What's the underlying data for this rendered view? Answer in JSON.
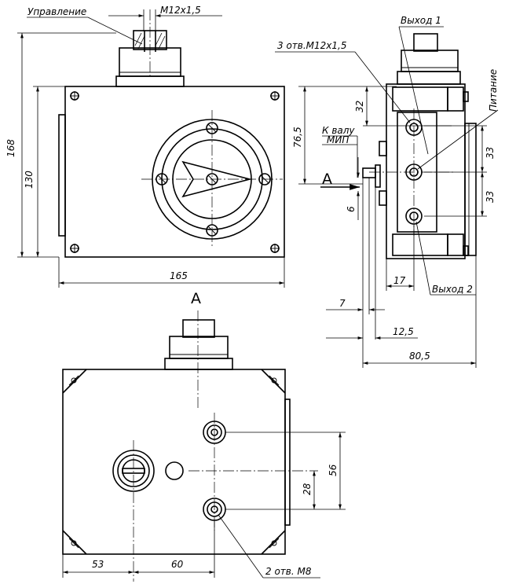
{
  "labels": {
    "control": "Управление",
    "thread_top": "M12x1,5",
    "holes_3": "3 отв.M12x1,5",
    "output_1": "Выход 1",
    "power": "Питание",
    "to_shaft": "К валу",
    "mip": "МИП",
    "output_2": "Выход 2",
    "view_a_arrow": "A",
    "view_a_title": "A",
    "holes_2": "2 отв. М8"
  },
  "dimensions": {
    "d168": "168",
    "d130": "130",
    "d165": "165",
    "d32": "32",
    "d76_5": "76,5",
    "d33a": "33",
    "d33b": "33",
    "d6": "6",
    "d17": "17",
    "d7": "7",
    "d12_5": "12,5",
    "d80_5": "80,5",
    "d56": "56",
    "d28": "28",
    "d53": "53",
    "d60": "60"
  }
}
